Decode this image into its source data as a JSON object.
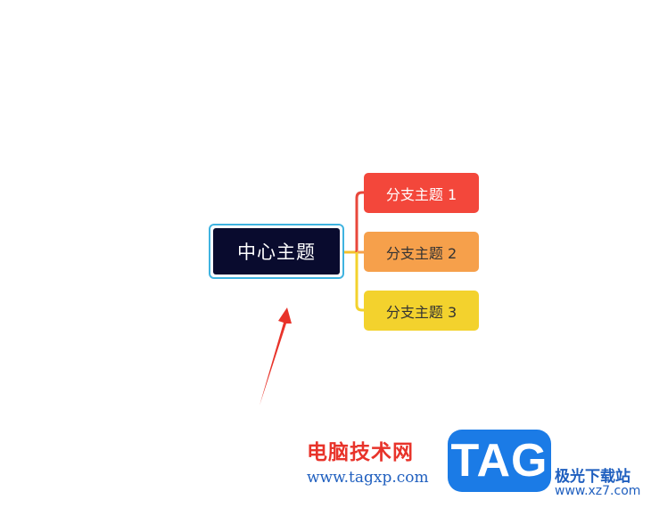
{
  "mindmap": {
    "central_topic": "中心主题",
    "branches": [
      {
        "label": "分支主题 1",
        "color": "#f3473b",
        "text_color": "#ffffff"
      },
      {
        "label": "分支主题 2",
        "color": "#f6a04b",
        "text_color": "#333333"
      },
      {
        "label": "分支主题 3",
        "color": "#f3d22d",
        "text_color": "#333333"
      }
    ],
    "central_color": "#090b2e",
    "central_border_color": "#3fb3e0",
    "annotation_arrow_color": "#e8332a",
    "annotation_arrow_icon": "red-pointer-arrow-icon"
  },
  "watermark": {
    "site_title": "电脑技术网",
    "site_url": "www.tagxp.com",
    "logo_text": "TAG",
    "logo_color": "#1b7be6",
    "secondary_site_name": "极光下载站",
    "secondary_site_url": "www.xz7.com"
  }
}
